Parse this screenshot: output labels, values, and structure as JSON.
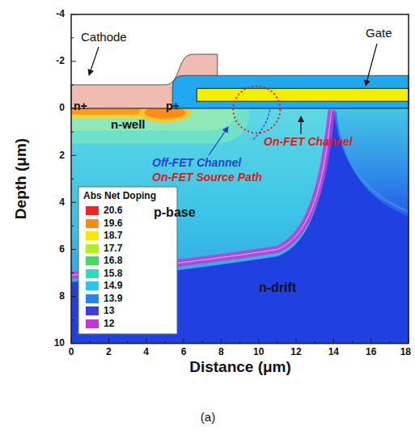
{
  "diagram": {
    "caption": "(a)",
    "labels": [
      "Cathode",
      "Gate",
      "n+",
      "p+",
      "n-well",
      "Off-FET Channel",
      "On-FET Source Path",
      "On-FET Channel",
      "p-base",
      "n-drift",
      "Abs Net Doping",
      "Depth (μm)",
      "Distance (μm)",
      "-4",
      "-2",
      "0",
      "2",
      "4",
      "6",
      "8",
      "10",
      "0",
      "2",
      "4",
      "6",
      "8",
      "10",
      "12",
      "14",
      "16",
      "18"
    ],
    "legend": [
      {
        "text": "20.6",
        "color": "#ff2020"
      },
      {
        "text": "19.6",
        "color": "#ff8a10"
      },
      {
        "text": "18.7",
        "color": "#ffe600"
      },
      {
        "text": "17.7",
        "color": "#b4ee22"
      },
      {
        "text": "16.8",
        "color": "#3ede5a"
      },
      {
        "text": "15.8",
        "color": "#2cdcbc"
      },
      {
        "text": "14.9",
        "color": "#28c6ea"
      },
      {
        "text": "13.9",
        "color": "#2a84ee"
      },
      {
        "text": "13",
        "color": "#3a3aee"
      },
      {
        "text": "12",
        "color": "#cc33dd"
      }
    ]
  }
}
